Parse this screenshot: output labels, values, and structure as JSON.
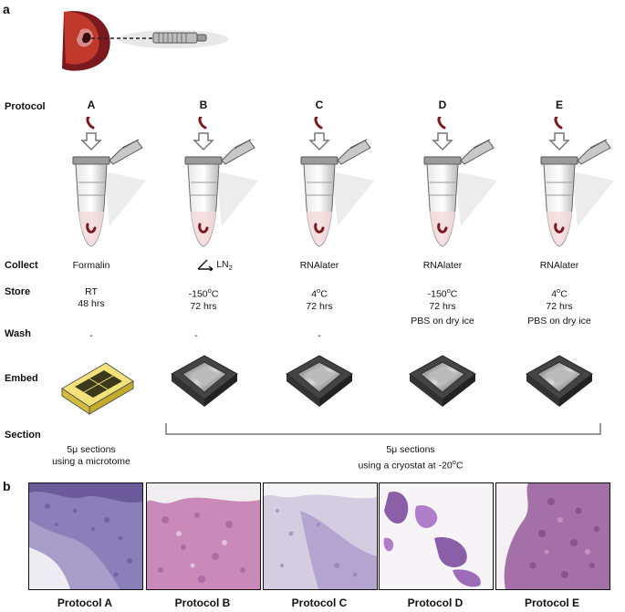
{
  "panels": {
    "a": "a",
    "b": "b"
  },
  "row_labels": {
    "protocol": "Protocol",
    "collect": "Collect",
    "store": "Store",
    "wash": "Wash",
    "embed": "Embed",
    "section": "Section"
  },
  "protocols": [
    {
      "letter": "A",
      "collect": "Formalin",
      "store_temp": "RT",
      "store_time": "48 hrs",
      "wash": "-",
      "embed": "cassette"
    },
    {
      "letter": "B",
      "collect_main": "LN",
      "collect_sub": "2",
      "store_temp_main": "-150",
      "store_temp_sup": "o",
      "store_temp_unit": "C",
      "store_time": "72 hrs",
      "wash": "-",
      "embed": "cryomold"
    },
    {
      "letter": "C",
      "collect": "RNAlater",
      "store_temp_main": "4",
      "store_temp_sup": "o",
      "store_temp_unit": "C",
      "store_time": "72 hrs",
      "wash": "-",
      "embed": "cryomold"
    },
    {
      "letter": "D",
      "collect": "RNAlater",
      "store_temp_main": "-150",
      "store_temp_sup": "o",
      "store_temp_unit": "C",
      "store_time": "72 hrs",
      "wash": "PBS on dry ice",
      "embed": "cryomold"
    },
    {
      "letter": "E",
      "collect": "RNAlater",
      "store_temp_main": "4",
      "store_temp_sup": "o",
      "store_temp_unit": "C",
      "store_time": "72 hrs",
      "wash": "PBS on dry ice",
      "embed": "cryomold"
    }
  ],
  "section": {
    "a_line1": "5μ sections",
    "a_line2": "using a microtome",
    "rest_line1": "5μ sections",
    "rest_line2_main": "using a cryostat at -20",
    "rest_line2_sup": "o",
    "rest_line2_unit": "C"
  },
  "bottom_labels": [
    "Protocol A",
    "Protocol B",
    "Protocol C",
    "Protocol D",
    "Protocol E"
  ],
  "colors": {
    "tissue": "#7a1a1f",
    "stain_purple": "#8a5fa8",
    "stain_pink": "#c98ab9",
    "tube": "#cfcfcf"
  }
}
